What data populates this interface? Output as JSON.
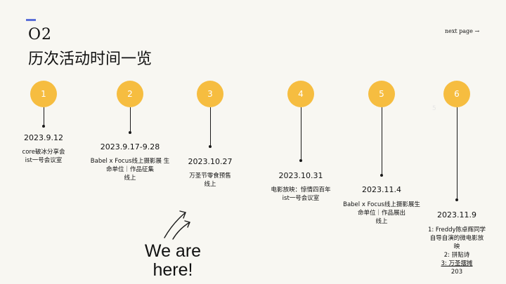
{
  "header": {
    "section_number": "O2",
    "title": "历次活动时间一览",
    "next_page_label": "next page →"
  },
  "stray_mark": "5",
  "events": [
    {
      "num": "1",
      "date": "2023.9.12",
      "desc": [
        "core破冰分享会",
        "ist一号会议室"
      ]
    },
    {
      "num": "2",
      "date": "2023.9.17-9.28",
      "desc": [
        "Babel x Focus线上摄影展 生",
        "命单位｜作品征集",
        "线上"
      ]
    },
    {
      "num": "3",
      "date": "2023.10.27",
      "desc": [
        "万圣节零食预售",
        "线上"
      ]
    },
    {
      "num": "4",
      "date": "2023.10.31",
      "desc": [
        "电影放映：惊情四百年",
        "ist一号会议室"
      ]
    },
    {
      "num": "5",
      "date": "2023.11.4",
      "desc": [
        "Babel x Focus线上摄影展生",
        "命单位｜作品展出",
        "线上"
      ]
    },
    {
      "num": "6",
      "date": "2023.11.9",
      "desc": [
        "1: Freddy陈卓辉同学",
        "自导自演的微电影放",
        "映",
        "2: 拼贴诗",
        "3: 万圣摆摊",
        "203"
      ]
    }
  ],
  "here_label": [
    "We are",
    "here!"
  ]
}
